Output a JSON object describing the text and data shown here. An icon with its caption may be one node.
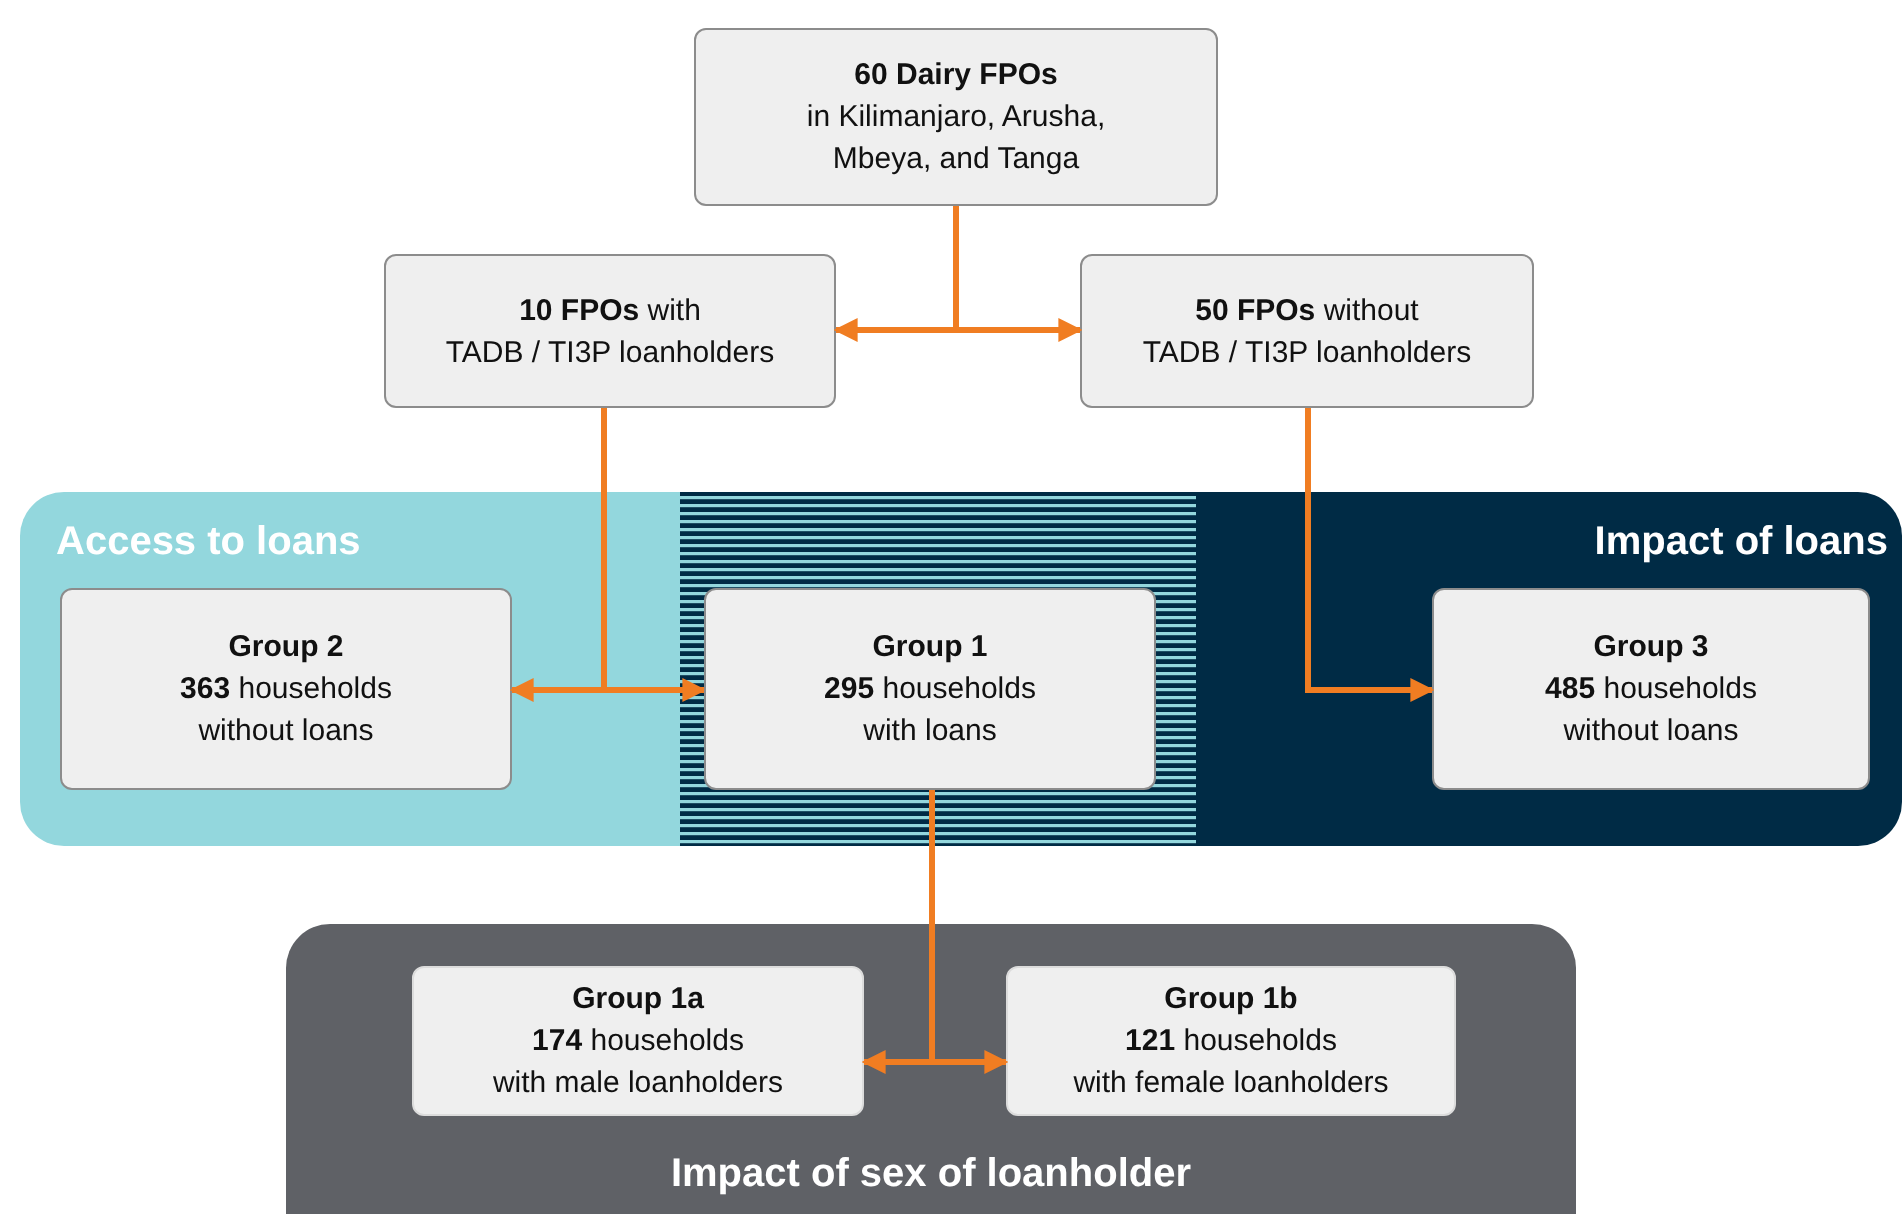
{
  "diagram": {
    "nodes": [
      {
        "text": [
          "60 Dairy FPOs",
          "in Kilimanjaro, Arusha, Mbeya, and Tanga"
        ]
      },
      {
        "text": [
          "**10 FPOs** with",
          "TADB / TI3P loanholders"
        ]
      },
      {
        "text": [
          "**50 FPOs** without",
          "TADB / TI3P loanholders"
        ]
      },
      {
        "text": [
          "Access to loans"
        ]
      },
      {
        "text": [
          "Group 2",
          "**363** households",
          "without loans"
        ],
        "in": 3
      },
      {
        "text": [
          "Group 1",
          "**295** households",
          "with loans"
        ]
      },
      {
        "text": [
          "Impact of loans"
        ]
      },
      {
        "text": [
          "Group 3",
          "**485** households",
          "without loans"
        ],
        "in": 6
      },
      {
        "text": [
          "Impact of sex of loanholder"
        ]
      },
      {
        "text": [
          "Group 1a",
          "**174** households",
          "with male loanholders"
        ],
        "in": 8
      },
      {
        "text": [
          "Group 1b",
          "**121** households",
          "with female loanholders"
        ],
        "in": 8
      }
    ],
    "edges": [
      {
        "from": 0,
        "to": 1,
        "arrow": "to"
      },
      {
        "from": 0,
        "to": 2,
        "arrow": "to"
      },
      {
        "from": 1,
        "to": 4,
        "arrow": "to"
      },
      {
        "from": 1,
        "to": 5,
        "arrow": "to"
      },
      {
        "from": 2,
        "to": 7,
        "arrow": "to"
      },
      {
        "from": 5,
        "to": 9,
        "arrow": "to"
      },
      {
        "from": 5,
        "to": 10,
        "arrow": "to"
      }
    ]
  }
}
